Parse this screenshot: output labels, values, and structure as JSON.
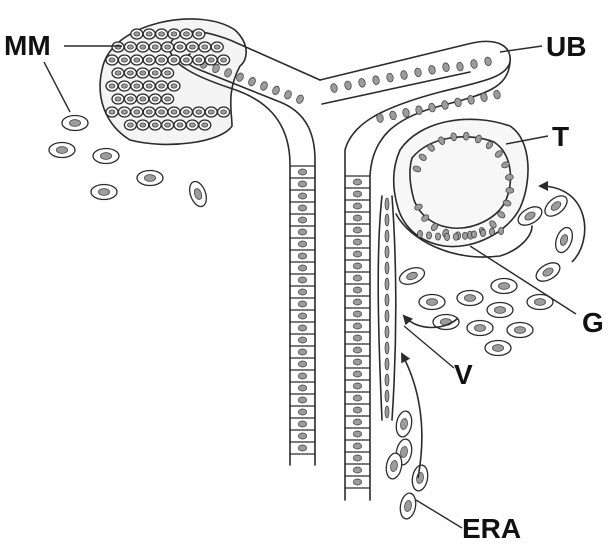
{
  "labels": {
    "mm": "MM",
    "ub": "UB",
    "t": "T",
    "g": "G",
    "v": "V",
    "era": "ERA"
  },
  "colors": {
    "line": "#2b2b2b",
    "nucleus": "#9c9c9c",
    "background": "#ffffff"
  }
}
